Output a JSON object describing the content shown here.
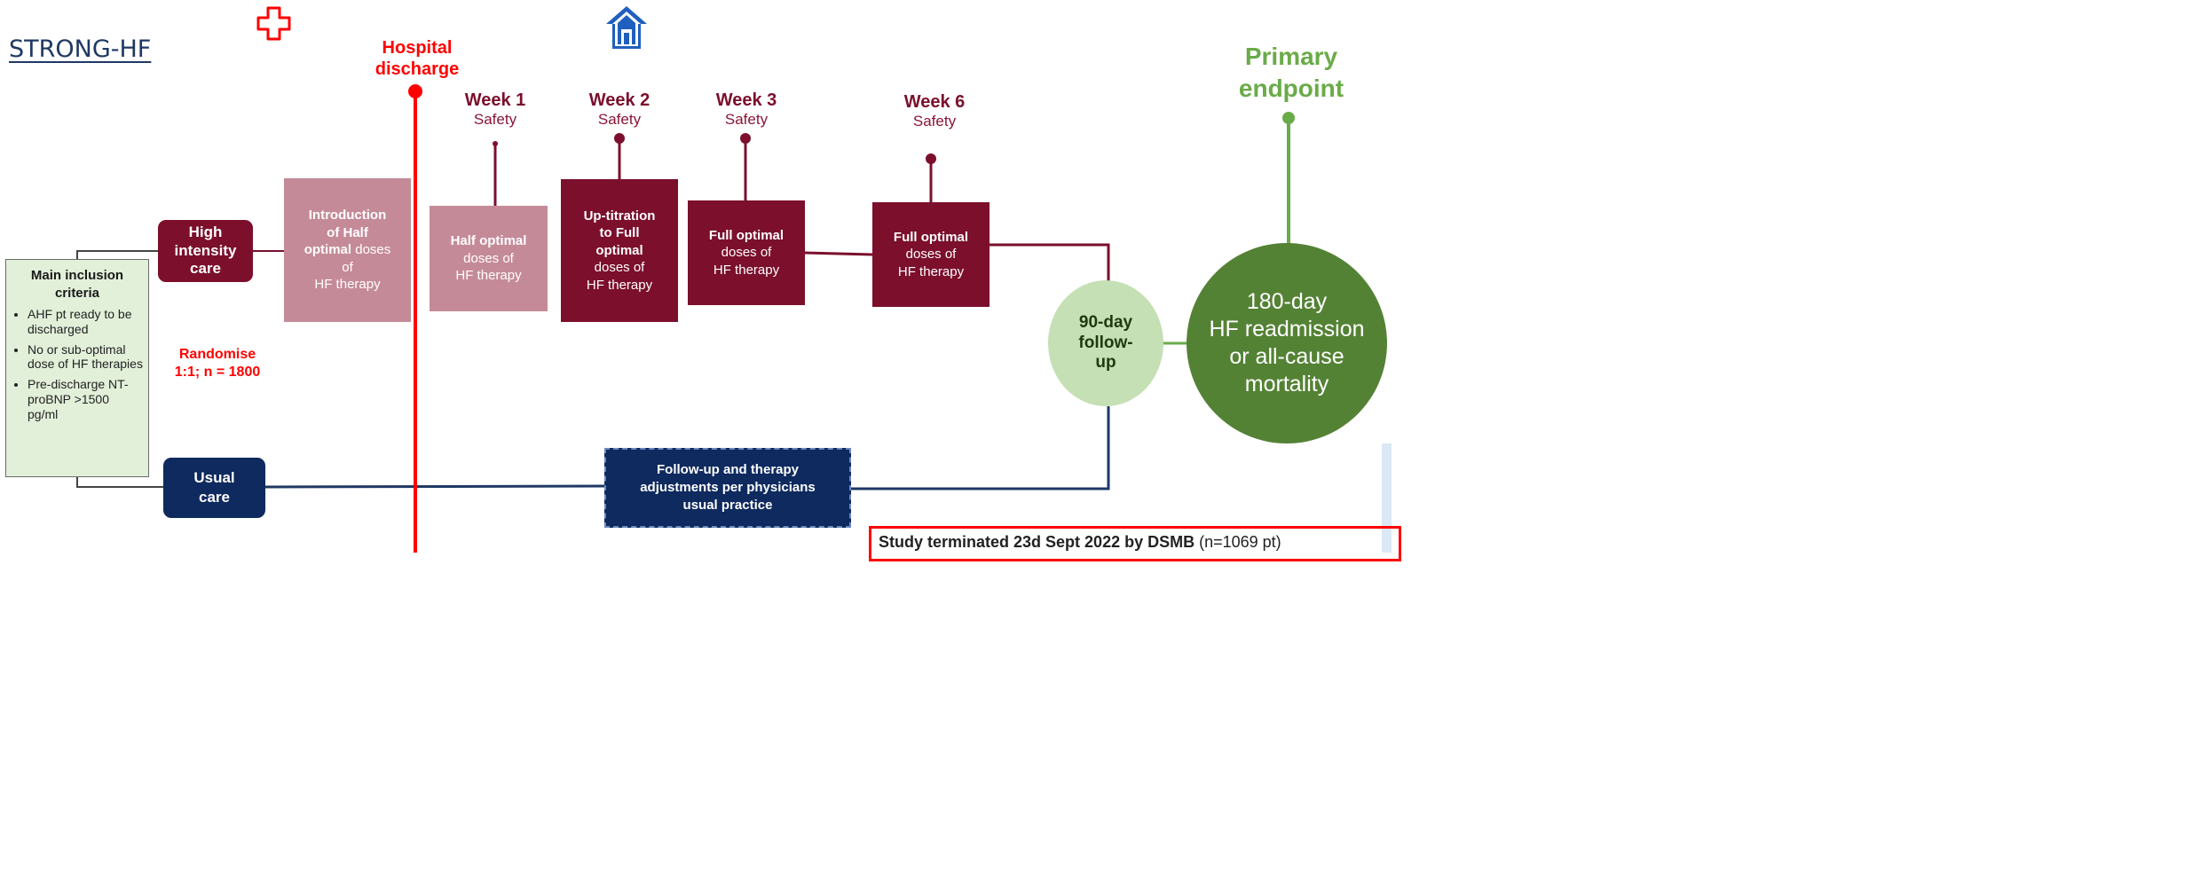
{
  "title": "STRONG-HF",
  "hospital_discharge": [
    "Hospital",
    "discharge"
  ],
  "icons": {
    "cross": "medical-cross-icon",
    "house": "house-icon"
  },
  "colors": {
    "dark_red": "#7b0f2c",
    "pink": "#c58a98",
    "navy": "#0e2a5e",
    "red": "#ff0000",
    "green_dark": "#548235",
    "green_light": "#c5e0b4",
    "green_text": "#6aab49"
  },
  "weeks": [
    {
      "label": "Week 1",
      "sub": "Safety"
    },
    {
      "label": "Week 2",
      "sub": "Safety"
    },
    {
      "label": "Week 3",
      "sub": "Safety"
    },
    {
      "label": "Week 6",
      "sub": "Safety"
    }
  ],
  "primary_endpoint": [
    "Primary",
    "endpoint"
  ],
  "high_intensity": [
    "High",
    "intensity",
    "care"
  ],
  "usual_care": [
    "Usual",
    "care"
  ],
  "boxes": {
    "intro": {
      "bold": [
        "Introduction",
        "of Half",
        "optimal"
      ],
      "rest": [
        "doses",
        "of",
        "HF therapy"
      ]
    },
    "half": {
      "bold": "Half optimal",
      "rest": [
        "doses of",
        "HF therapy"
      ]
    },
    "uptitration": {
      "bold": [
        "Up-titration",
        "to Full",
        "optimal"
      ],
      "rest": [
        "doses of",
        "HF therapy"
      ]
    },
    "full3": {
      "bold": "Full optimal",
      "rest": [
        "doses of",
        "HF therapy"
      ]
    },
    "full6": {
      "bold": "Full optimal",
      "rest": [
        "doses of",
        "HF therapy"
      ]
    }
  },
  "criteria": {
    "heading": [
      "Main inclusion",
      "criteria"
    ],
    "items": [
      "AHF pt ready to be discharged",
      "No or sub-optimal dose of HF therapies",
      "Pre-discharge NT-proBNP >1500 pg/ml"
    ]
  },
  "randomise": [
    "Randomise",
    "1:1; n = 1800"
  ],
  "followup_practice": [
    "Follow-up and therapy",
    "adjustments per physicians",
    "usual practice"
  ],
  "day90": [
    "90-day",
    "follow-",
    "up"
  ],
  "outcome": [
    "180-day",
    "HF readmission",
    "or all-cause",
    "mortality"
  ],
  "terminated": {
    "bold": "Study terminated 23d Sept 2022 by DSMB",
    "rest": " (n=1069 pt)"
  }
}
